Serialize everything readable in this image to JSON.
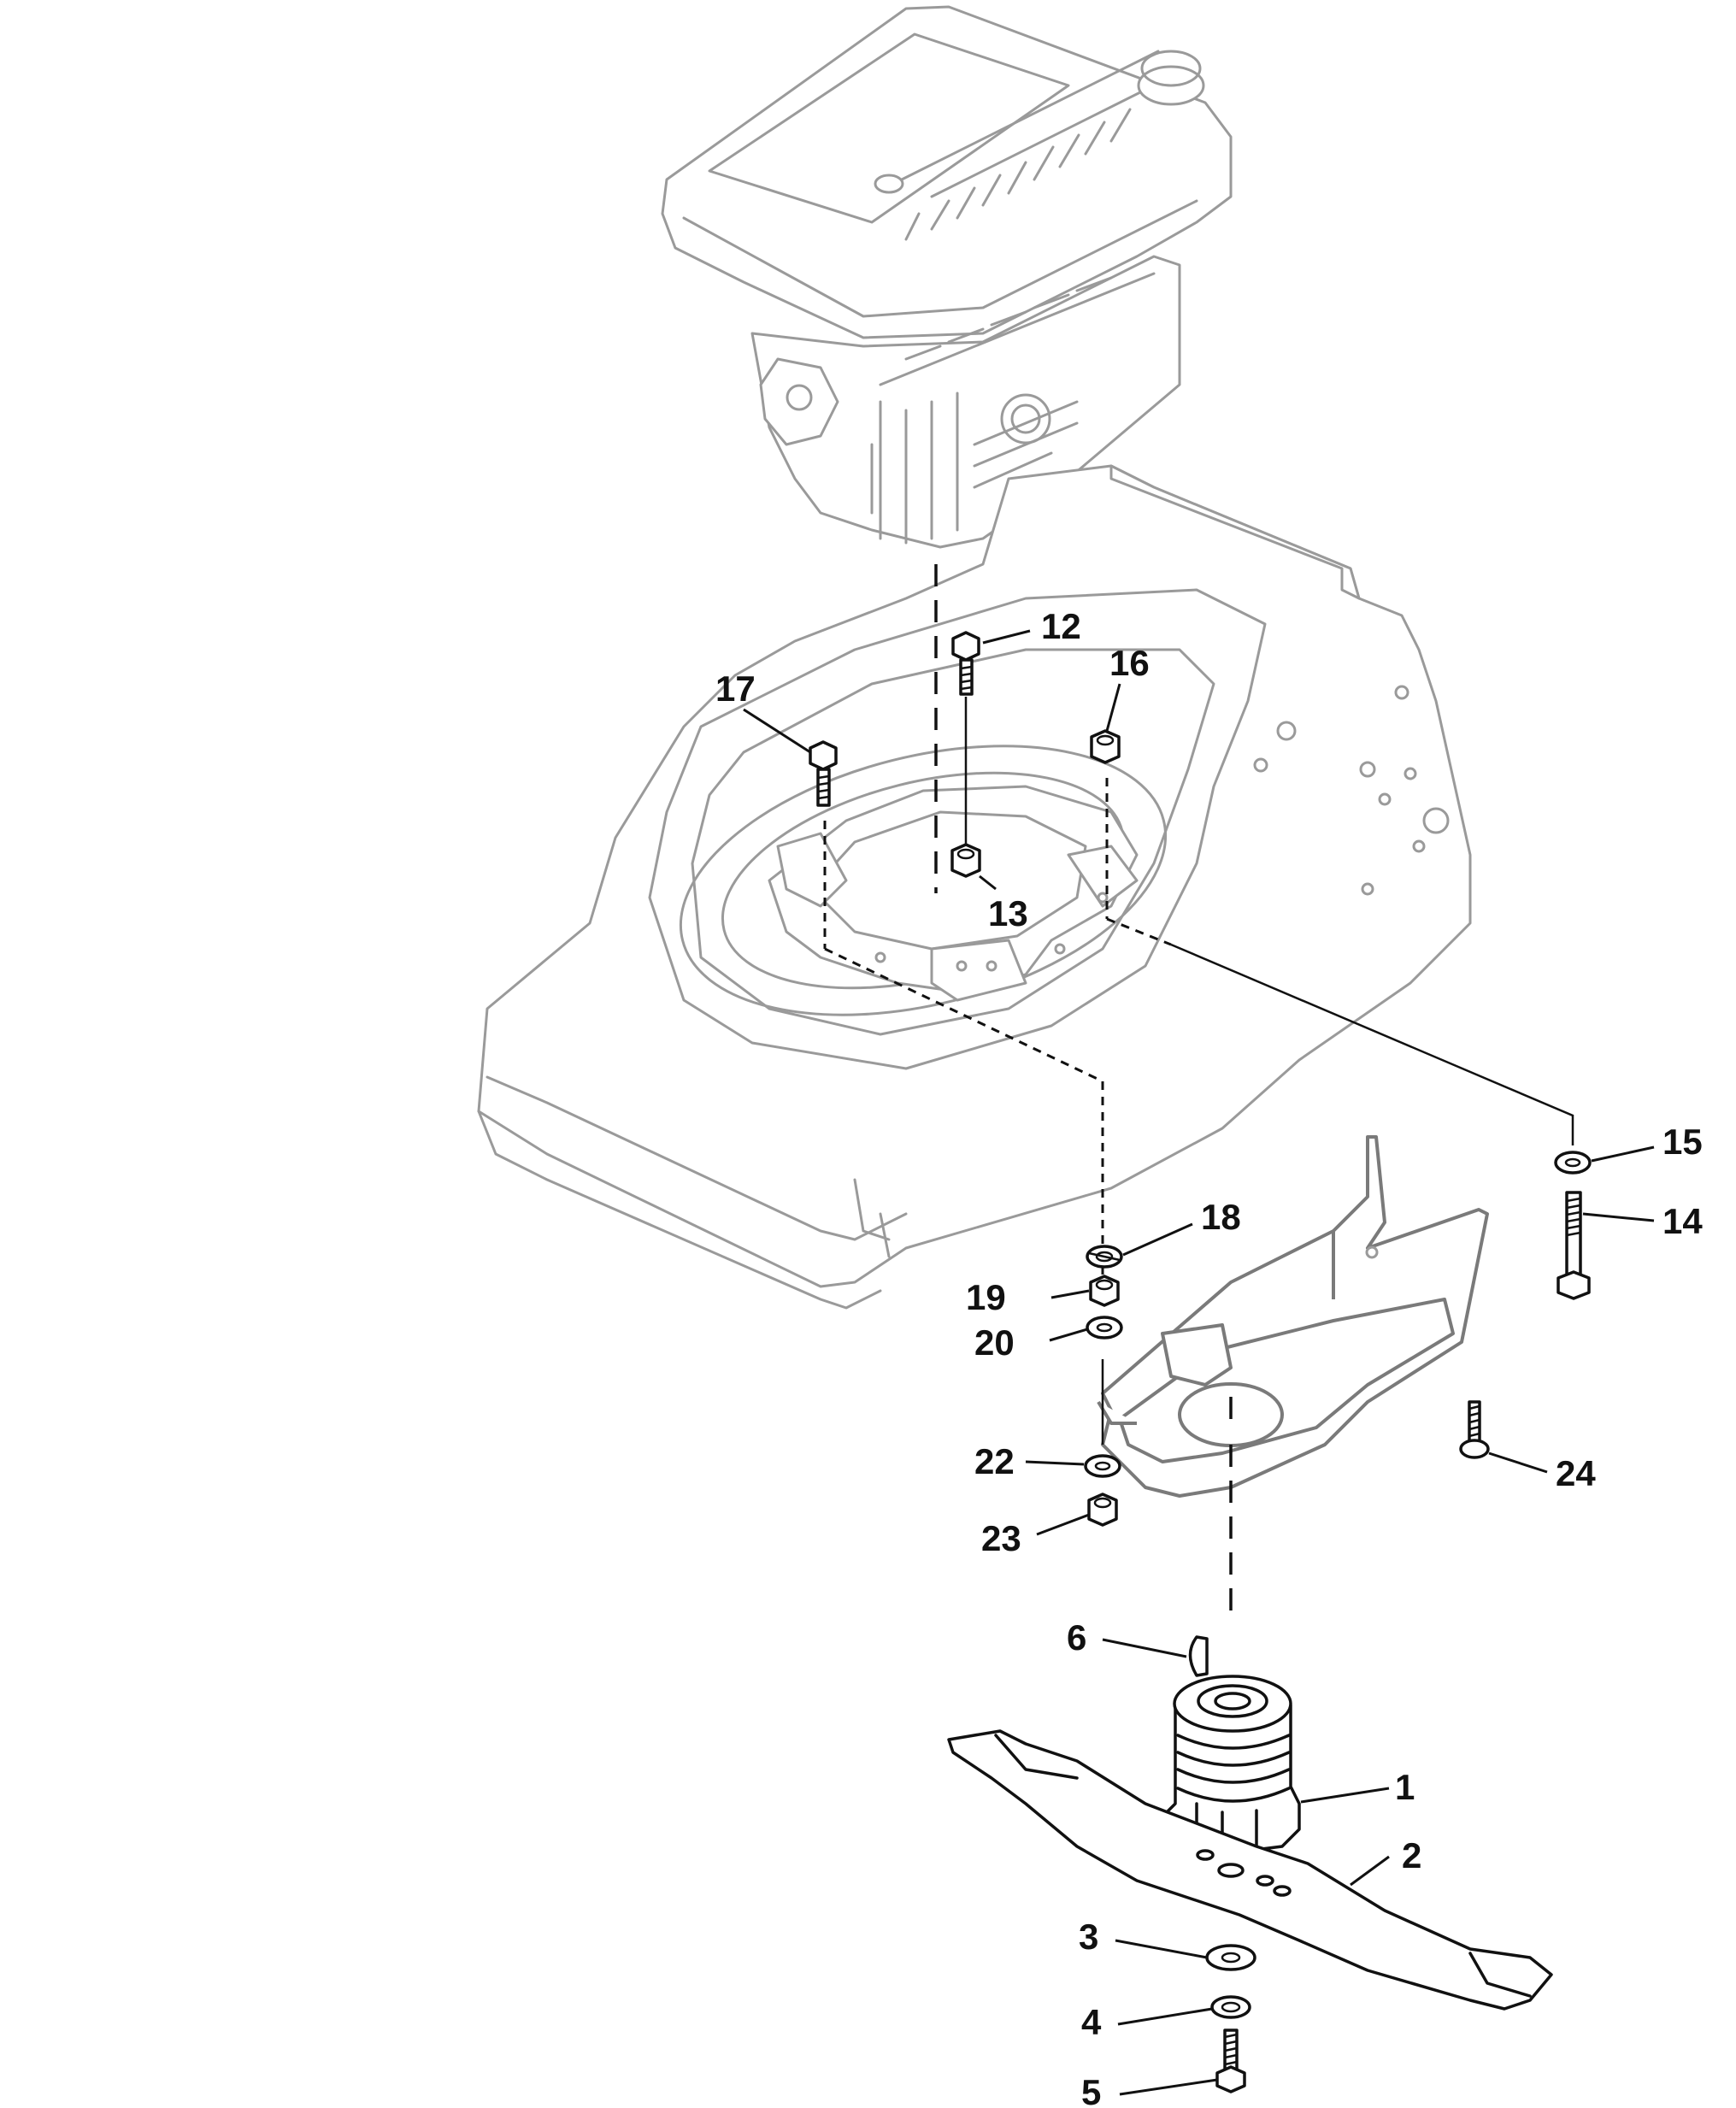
{
  "callouts": [
    {
      "id": "1",
      "text": "1"
    },
    {
      "id": "2",
      "text": "2"
    },
    {
      "id": "3",
      "text": "3"
    },
    {
      "id": "4",
      "text": "4"
    },
    {
      "id": "5",
      "text": "5"
    },
    {
      "id": "6",
      "text": "6"
    },
    {
      "id": "12",
      "text": "12"
    },
    {
      "id": "13",
      "text": "13"
    },
    {
      "id": "14",
      "text": "14"
    },
    {
      "id": "15",
      "text": "15"
    },
    {
      "id": "16",
      "text": "16"
    },
    {
      "id": "17",
      "text": "17"
    },
    {
      "id": "18",
      "text": "18"
    },
    {
      "id": "19",
      "text": "19"
    },
    {
      "id": "20",
      "text": "20"
    },
    {
      "id": "22",
      "text": "22"
    },
    {
      "id": "23",
      "text": "23"
    },
    {
      "id": "24",
      "text": "24"
    }
  ],
  "colors": {
    "part_line": "#111111",
    "ghost_line": "#9a9a9a",
    "guard_line": "#7a7a7a",
    "background": "#ffffff"
  }
}
